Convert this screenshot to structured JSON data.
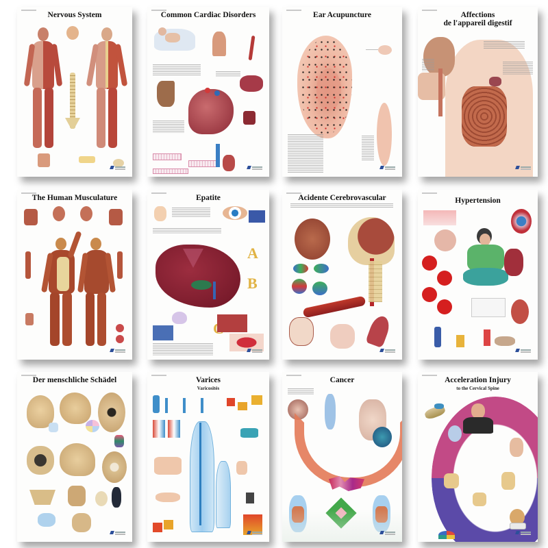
{
  "grid": {
    "columns": 4,
    "rows": 3
  },
  "posters": [
    {
      "title": "Nervous System",
      "subtitle": "",
      "theme": "muscular-figures",
      "accent": "#b5433a"
    },
    {
      "title": "Common Cardiac Disorders",
      "subtitle": "",
      "theme": "heart",
      "accent": "#a32e37"
    },
    {
      "title": "Ear Acupuncture",
      "subtitle": "",
      "theme": "ear",
      "accent": "#e7a58e"
    },
    {
      "title": "Affections",
      "title_line2": "de l'appareil digestif",
      "subtitle": "",
      "theme": "digestive",
      "accent": "#d98f6c"
    },
    {
      "title": "The Human Musculature",
      "subtitle": "",
      "theme": "musculature",
      "accent": "#a84a2b"
    },
    {
      "title": "Epatite",
      "subtitle": "",
      "theme": "liver",
      "accent": "#8a1e2e"
    },
    {
      "title": "Acidente Cerebrovascular",
      "subtitle": "",
      "theme": "brain",
      "accent": "#9c3b2c"
    },
    {
      "title": "Hypertension",
      "subtitle": "",
      "theme": "hypertension",
      "accent": "#c42a2a"
    },
    {
      "title": "Der menschliche Schädel",
      "subtitle": "",
      "theme": "skull",
      "accent": "#d8b27a"
    },
    {
      "title": "Varices",
      "subtitle": "Varicosités",
      "theme": "veins",
      "accent": "#57a8d8"
    },
    {
      "title": "Cancer",
      "subtitle": "",
      "theme": "cancer",
      "accent": "#e07a5a"
    },
    {
      "title": "Acceleration Injury",
      "subtitle": "to the Cervical Spine",
      "theme": "whiplash",
      "accent": "#b3427a"
    }
  ]
}
